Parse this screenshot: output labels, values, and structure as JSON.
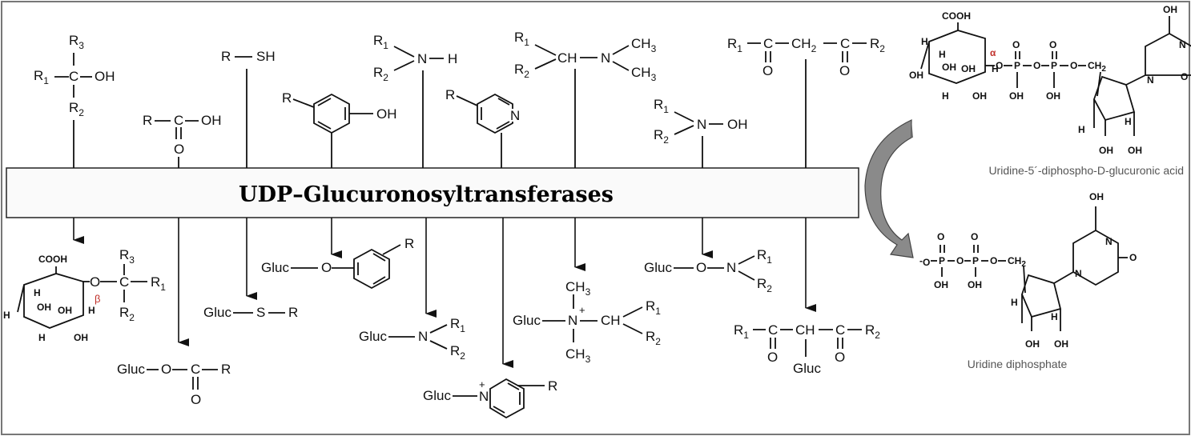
{
  "enzyme_label": "UDP–Glucuronosyltransferases",
  "cofactor_label": "Uridine-5´-diphospho-D-glucuronic acid",
  "product_cofactor_label": "Uridine diphosphate",
  "atoms": {
    "R": "R",
    "R1": "R",
    "R2": "R",
    "R3": "R",
    "sub1": "1",
    "sub2": "2",
    "sub3": "3",
    "OH": "OH",
    "SH": "SH",
    "H": "H",
    "N": "N",
    "O": "O",
    "C": "C",
    "S": "S",
    "CH": "CH",
    "CH2": "CH",
    "CH3": "CH",
    "COOH": "COOH",
    "Gluc": "Gluc",
    "plus": "+",
    "minus": "-",
    "beta": "β",
    "alpha": "α",
    "P": "P"
  }
}
